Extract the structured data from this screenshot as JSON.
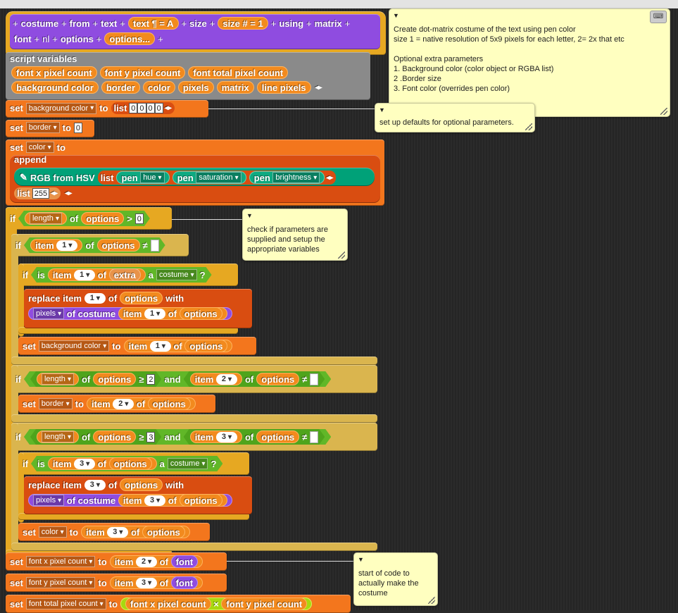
{
  "hat": {
    "plus": "+",
    "w_costume": "costume",
    "w_from": "from",
    "w_text": "text",
    "text_param": "text ¶ = A",
    "w_size": "size",
    "size_param": "size # = 1",
    "w_using": "using",
    "w_matrix": "matrix",
    "w_font": "font",
    "w_nl": "nl",
    "w_options": "options",
    "options_param": "options..."
  },
  "script_vars": {
    "title": "script variables",
    "vars": [
      "font x pixel count",
      "font y pixel count",
      "font total pixel count",
      "background color",
      "border",
      "color",
      "pixels",
      "matrix",
      "line pixels"
    ]
  },
  "kw": {
    "set": "set",
    "to": "to",
    "list": "list",
    "append": "append",
    "if": "if",
    "of": "of",
    "item": "item",
    "is": "is",
    "a": "a",
    "replace_item": "replace item",
    "with": "with",
    "of_costume": "of costume",
    "and": "and",
    "gt": ">",
    "ge": "≥",
    "ne": "≠",
    "times": "×",
    "qmark": "?",
    "length": "length",
    "pen": "pen",
    "rgb_hsv": "RGB from HSV"
  },
  "vars": {
    "background_color": "background color",
    "border": "border",
    "color": "color",
    "font_x": "font x pixel count",
    "font_y": "font y pixel count",
    "font_total": "font total pixel count",
    "options": "options",
    "extra": "extra",
    "font": "font",
    "pixels": "pixels",
    "costume": "costume",
    "hue": "hue",
    "saturation": "saturation",
    "brightness": "brightness"
  },
  "values": {
    "zero": "0",
    "v255": "255",
    "n1": "1",
    "n2": "2",
    "n3": "3"
  },
  "comments": {
    "main": [
      "Create dot-matrix costume of the text using pen color",
      "size 1 = native resolution of 5x9 pixels for each letter, 2= 2x that etc",
      "",
      "Optional extra parameters",
      "1. Background color (color object or RGBA list)",
      "2 .Border size",
      "3. Font color (overrides pen color)"
    ],
    "defaults": "set up defaults for optional parameters.",
    "check": [
      "check if parameters are",
      "supplied and setup the",
      "appropriate variables"
    ],
    "start": [
      "start of code to",
      "actually make the",
      "costume"
    ]
  },
  "colors": {
    "control": "#e6a822",
    "variables": "#f3761d",
    "lists": "#d94d11",
    "operators": "#62c213",
    "pen": "#00a178",
    "custom": "#8f4ce0",
    "comment": "#ffffc0"
  },
  "icons": {
    "keyboard": "keyboard-icon",
    "brush": "paintbrush-icon",
    "collapse": "collapse-triangle-icon",
    "resize": "resize-handle-icon"
  }
}
